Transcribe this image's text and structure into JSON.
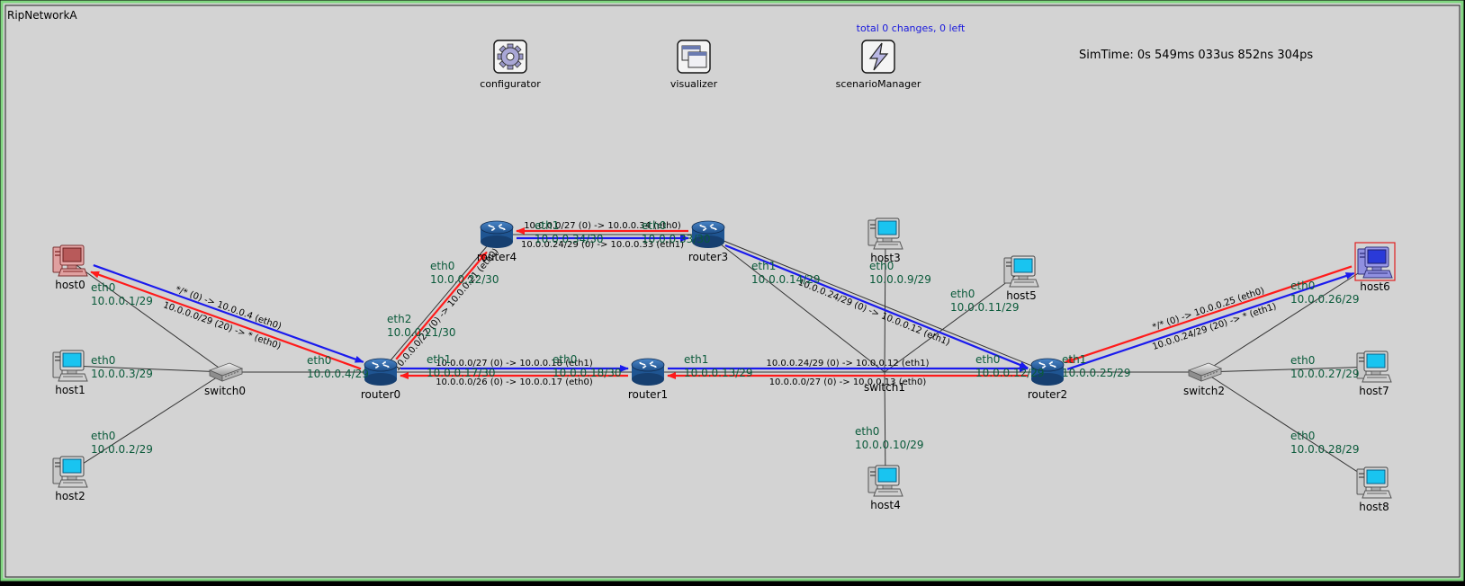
{
  "network": {
    "name": "RipNetworkA",
    "changes_text": "total 0 changes, 0 left",
    "simtime": "SimTime: 0s 549ms 033us 852ns 304ps"
  },
  "colors": {
    "background": "#d4d4d4",
    "frame": "#7fd67f",
    "link": "#333333",
    "route_red": "#ff1a1a",
    "route_blue": "#1a1aee",
    "iface_label": "#0a5a3a",
    "changes_text": "#1a1add"
  },
  "modules": [
    {
      "id": "configurator",
      "label": "configurator",
      "kind": "gear-icon"
    },
    {
      "id": "visualizer",
      "label": "visualizer",
      "kind": "windows-icon"
    },
    {
      "id": "scenarioManager",
      "label": "scenarioManager",
      "kind": "lightning-icon"
    }
  ],
  "nodes": [
    {
      "id": "host0",
      "label": "host0",
      "kind": "host",
      "status": "highlight-red"
    },
    {
      "id": "host1",
      "label": "host1",
      "kind": "host"
    },
    {
      "id": "host2",
      "label": "host2",
      "kind": "host"
    },
    {
      "id": "switch0",
      "label": "switch0",
      "kind": "switch"
    },
    {
      "id": "router0",
      "label": "router0",
      "kind": "router"
    },
    {
      "id": "router4",
      "label": "router4",
      "kind": "router"
    },
    {
      "id": "router3",
      "label": "router3",
      "kind": "router"
    },
    {
      "id": "router1",
      "label": "router1",
      "kind": "router"
    },
    {
      "id": "host3",
      "label": "host3",
      "kind": "host"
    },
    {
      "id": "host5",
      "label": "host5",
      "kind": "host"
    },
    {
      "id": "switch1",
      "label": "switch1",
      "kind": "switch-hidden"
    },
    {
      "id": "host4",
      "label": "host4",
      "kind": "host"
    },
    {
      "id": "router2",
      "label": "router2",
      "kind": "router"
    },
    {
      "id": "switch2",
      "label": "switch2",
      "kind": "switch"
    },
    {
      "id": "host6",
      "label": "host6",
      "kind": "host",
      "status": "selected-blue"
    },
    {
      "id": "host7",
      "label": "host7",
      "kind": "host"
    },
    {
      "id": "host8",
      "label": "host8",
      "kind": "host"
    }
  ],
  "links": [
    [
      "host0",
      "switch0"
    ],
    [
      "host1",
      "switch0"
    ],
    [
      "host2",
      "switch0"
    ],
    [
      "switch0",
      "router0"
    ],
    [
      "router0",
      "router4"
    ],
    [
      "router4",
      "router3"
    ],
    [
      "router0",
      "router1"
    ],
    [
      "router1",
      "router2"
    ],
    [
      "router3",
      "router2"
    ],
    [
      "router3",
      "switch1"
    ],
    [
      "host3",
      "switch1"
    ],
    [
      "host5",
      "switch1"
    ],
    [
      "host4",
      "switch1"
    ],
    [
      "switch1",
      "router2"
    ],
    [
      "router2",
      "switch2"
    ],
    [
      "switch2",
      "host6"
    ],
    [
      "switch2",
      "host7"
    ],
    [
      "switch2",
      "host8"
    ]
  ],
  "iface_labels": [
    {
      "name": "eth0",
      "addr": "10.0.0.1/29"
    },
    {
      "name": "eth0",
      "addr": "10.0.0.3/29"
    },
    {
      "name": "eth0",
      "addr": "10.0.0.2/29"
    },
    {
      "name": "eth0",
      "addr": "10.0.0.4/29"
    },
    {
      "name": "eth2",
      "addr": "10.0.0.21/30"
    },
    {
      "name": "eth0",
      "addr": "10.0.0.22/30"
    },
    {
      "name": "eth1",
      "addr": "10.0.0.34/30"
    },
    {
      "name": "eth0",
      "addr": "10.0.0.33/30"
    },
    {
      "name": "eth1",
      "addr": "10.0.0.14/29"
    },
    {
      "name": "eth1",
      "addr": "10.0.0.17/30"
    },
    {
      "name": "eth0",
      "addr": "10.0.0.18/30"
    },
    {
      "name": "eth1",
      "addr": "10.0.0.13/29"
    },
    {
      "name": "eth0",
      "addr": "10.0.0.9/29"
    },
    {
      "name": "eth0",
      "addr": "10.0.0.11/29"
    },
    {
      "name": "eth0",
      "addr": "10.0.0.10/29"
    },
    {
      "name": "eth0",
      "addr": "10.0.0.12/29"
    },
    {
      "name": "eth1",
      "addr": "10.0.0.25/29"
    },
    {
      "name": "eth0",
      "addr": "10.0.0.26/29"
    },
    {
      "name": "eth0",
      "addr": "10.0.0.27/29"
    },
    {
      "name": "eth0",
      "addr": "10.0.0.28/29"
    }
  ],
  "routes": [
    {
      "from": "router0",
      "to": "host0",
      "color": "red",
      "text": "10.0.0.0/29 (20) -> * (eth0)"
    },
    {
      "from": "host0",
      "to": "router0",
      "color": "blue",
      "text": "*/* (0) -> 10.0.0.4 (eth0)"
    },
    {
      "from": "router0",
      "to": "router4",
      "color": "red",
      "text": "10.0.0.0/27 (0) -> 10.0.0.21 (eth0)"
    },
    {
      "from": "router3",
      "to": "router4",
      "color": "red",
      "text": "10.0.0.0/27 (0) -> 10.0.0.34 (eth0)"
    },
    {
      "from": "router4",
      "to": "router3",
      "color": "blue",
      "text": "10.0.0.24/29 (0) -> 10.0.0.33 (eth1)"
    },
    {
      "from": "router3",
      "to": "router2",
      "color": "blue",
      "text": "10.0.0.24/29 (0) -> 10.0.0.12 (eth1)"
    },
    {
      "from": "router1",
      "to": "router0",
      "color": "red",
      "text": "10.0.0.0/26 (0) -> 10.0.0.17 (eth0)"
    },
    {
      "from": "router0",
      "to": "router1",
      "color": "blue",
      "text": "10.0.0.0/27 (0) -> 10.0.0.18 (eth1)"
    },
    {
      "from": "router2",
      "to": "router1",
      "color": "red",
      "text": "10.0.0.0/27 (0) -> 10.0.0.13 (eth0)"
    },
    {
      "from": "router1",
      "to": "router2",
      "color": "blue",
      "text": "10.0.0.24/29 (0) -> 10.0.0.12 (eth1)"
    },
    {
      "from": "host6",
      "to": "router2",
      "color": "red",
      "text": "*/* (0) -> 10.0.0.25 (eth0)"
    },
    {
      "from": "router2",
      "to": "host6",
      "color": "blue",
      "text": "10.0.0.24/29 (20) -> * (eth1)"
    }
  ]
}
